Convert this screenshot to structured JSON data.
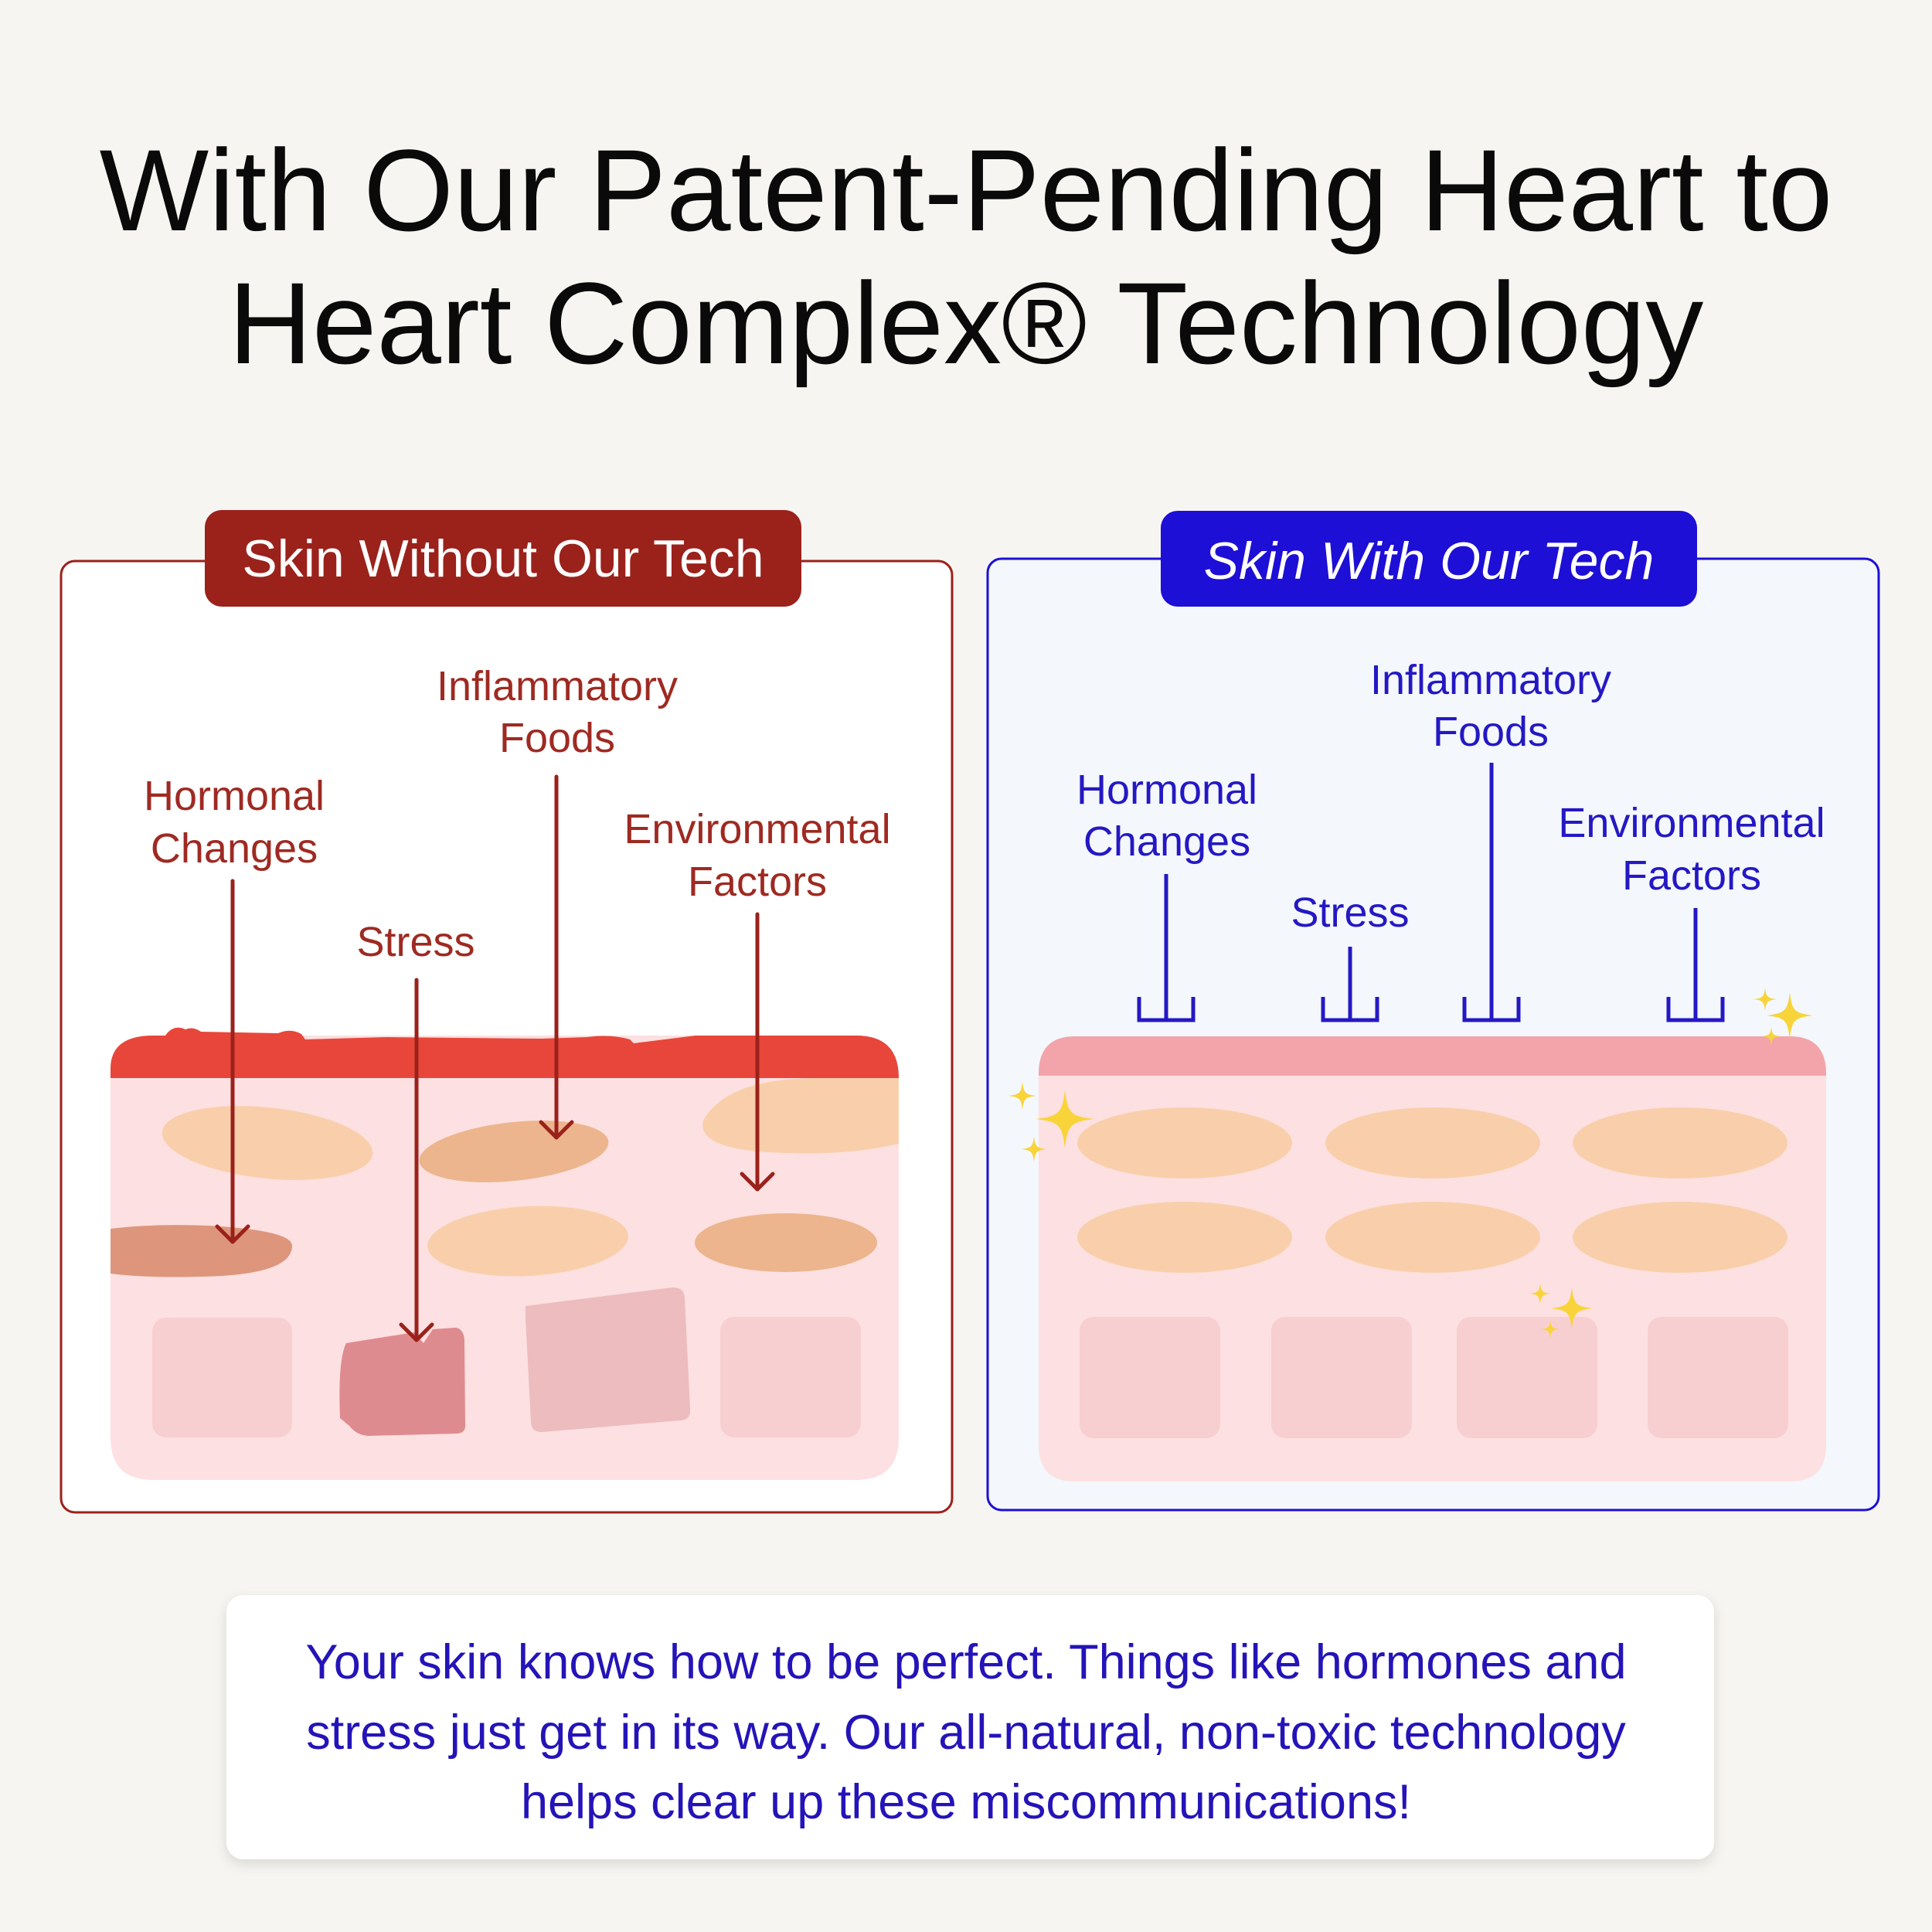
{
  "headline": {
    "line1": "With Our Patent-Pending Heart to",
    "line2": "Heart Complex® Technology"
  },
  "panel_without": {
    "badge": "Skin Without Our Tech",
    "labels": {
      "hormonal_1": "Hormonal",
      "hormonal_2": "Changes",
      "stress": "Stress",
      "inflammatory_1": "Inflammatory",
      "inflammatory_2": "Foods",
      "environmental_1": "Environmental",
      "environmental_2": "Factors"
    }
  },
  "panel_with": {
    "badge": "Skin With Our Tech",
    "labels": {
      "hormonal_1": "Hormonal",
      "hormonal_2": "Changes",
      "stress": "Stress",
      "inflammatory_1": "Inflammatory",
      "inflammatory_2": "Foods",
      "environmental_1": "Environmental",
      "environmental_2": "Factors"
    }
  },
  "caption": {
    "line1": "Your skin knows how to be perfect. Things like hormones and",
    "line2": "stress just get in its way. Our all-natural, non-toxic technology",
    "line3": "helps clear up these miscommunications!"
  },
  "colors": {
    "background": "#f7f5f1",
    "without_accent": "#9b211b",
    "with_accent": "#1d0fd6",
    "irritated_layer": "#e8463a",
    "healthy_layer": "#f2a4aa",
    "skin_body": "#fde0e1",
    "cell_peach": "#f9cfab"
  }
}
